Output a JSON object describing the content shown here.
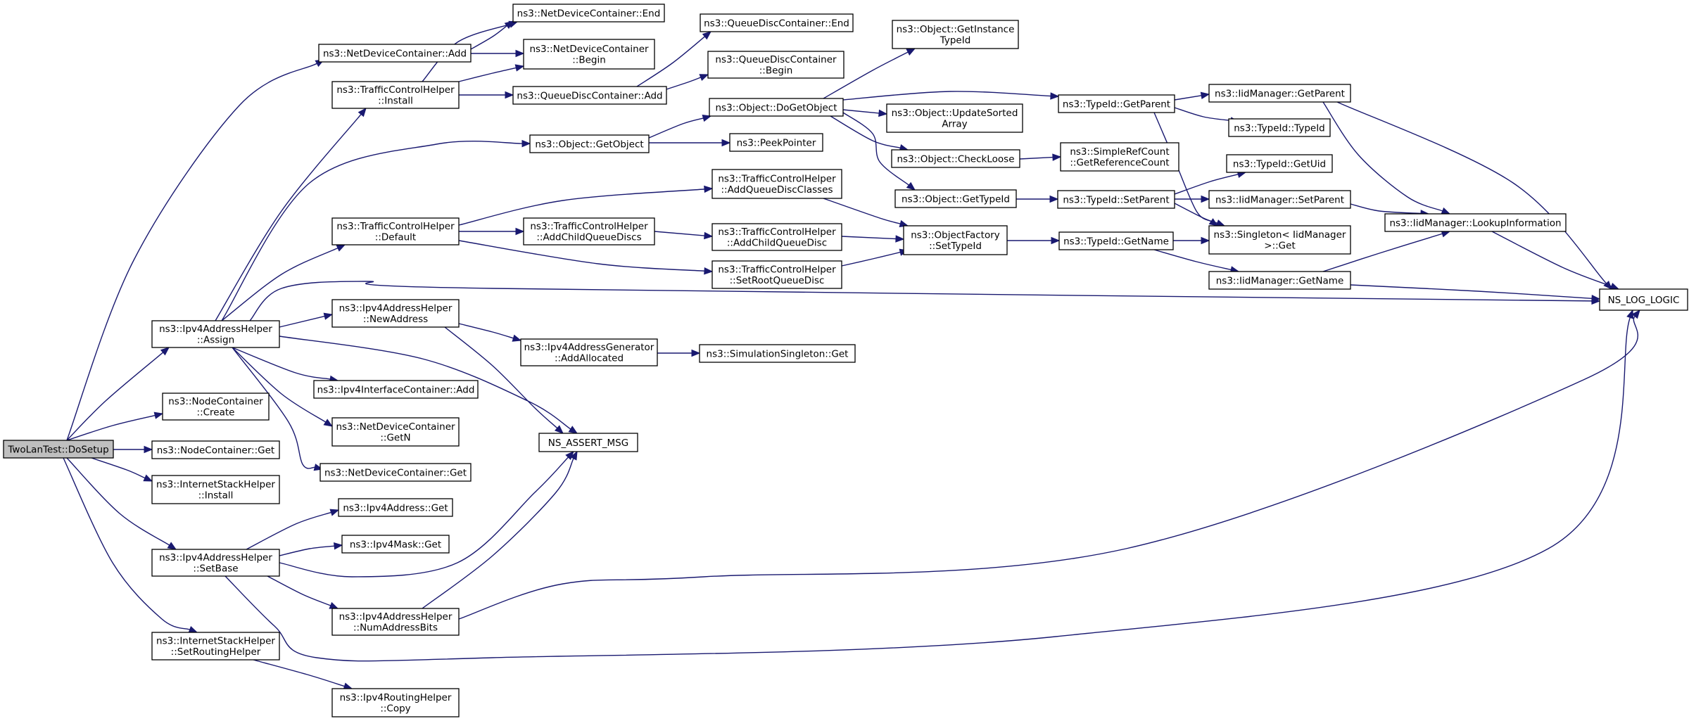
{
  "colors": {
    "edge": "#191970",
    "node_border": "#000000",
    "root_fill": "#bfbfbf",
    "node_fill": "#ffffff",
    "background": "#ffffff"
  },
  "nodes": [
    {
      "id": "root",
      "root": true,
      "lines": [
        "TwoLanTest::DoSetup"
      ]
    },
    {
      "id": "ndc_add",
      "lines": [
        "ns3::NetDeviceContainer::Add"
      ]
    },
    {
      "id": "ndc_end",
      "lines": [
        "ns3::NetDeviceContainer::End"
      ]
    },
    {
      "id": "ndc_begin",
      "lines": [
        "ns3::NetDeviceContainer",
        "::Begin"
      ]
    },
    {
      "id": "tch_install",
      "lines": [
        "ns3::TrafficControlHelper",
        "::Install"
      ]
    },
    {
      "id": "qdc_add",
      "lines": [
        "ns3::QueueDiscContainer::Add"
      ]
    },
    {
      "id": "qdc_end",
      "lines": [
        "ns3::QueueDiscContainer::End"
      ]
    },
    {
      "id": "qdc_begin",
      "lines": [
        "ns3::QueueDiscContainer",
        "::Begin"
      ]
    },
    {
      "id": "obj_getobject",
      "lines": [
        "ns3::Object::GetObject"
      ]
    },
    {
      "id": "obj_dogetobject",
      "lines": [
        "ns3::Object::DoGetObject"
      ]
    },
    {
      "id": "obj_getinstancetypeid",
      "lines": [
        "ns3::Object::GetInstance",
        "TypeId"
      ]
    },
    {
      "id": "obj_updatesorted",
      "lines": [
        "ns3::Object::UpdateSorted",
        "Array"
      ]
    },
    {
      "id": "obj_checkloose",
      "lines": [
        "ns3::Object::CheckLoose"
      ]
    },
    {
      "id": "src_getrefcount",
      "lines": [
        "ns3::SimpleRefCount",
        "::GetReferenceCount"
      ]
    },
    {
      "id": "obj_gettypeid",
      "lines": [
        "ns3::Object::GetTypeId"
      ]
    },
    {
      "id": "peekpointer",
      "lines": [
        "ns3::PeekPointer"
      ]
    },
    {
      "id": "typeid_getparent",
      "lines": [
        "ns3::TypeId::GetParent"
      ]
    },
    {
      "id": "iid_getparent",
      "lines": [
        "ns3::IidManager::GetParent"
      ]
    },
    {
      "id": "typeid_typeid",
      "lines": [
        "ns3::TypeId::TypeId"
      ]
    },
    {
      "id": "typeid_getuid",
      "lines": [
        "ns3::TypeId::GetUid"
      ]
    },
    {
      "id": "typeid_setparent",
      "lines": [
        "ns3::TypeId::SetParent"
      ]
    },
    {
      "id": "iid_setparent",
      "lines": [
        "ns3::IidManager::SetParent"
      ]
    },
    {
      "id": "iid_lookupinfo",
      "lines": [
        "ns3::IidManager::LookupInformation"
      ]
    },
    {
      "id": "singleton_get",
      "lines": [
        "ns3::Singleton< IidManager",
        ">::Get"
      ]
    },
    {
      "id": "typeid_getname",
      "lines": [
        "ns3::TypeId::GetName"
      ]
    },
    {
      "id": "iid_getname",
      "lines": [
        "ns3::IidManager::GetName"
      ]
    },
    {
      "id": "ns_log_logic",
      "lines": [
        "NS_LOG_LOGIC"
      ]
    },
    {
      "id": "tch_default",
      "lines": [
        "ns3::TrafficControlHelper",
        "::Default"
      ]
    },
    {
      "id": "tch_addqdclasses",
      "lines": [
        "ns3::TrafficControlHelper",
        "::AddQueueDiscClasses"
      ]
    },
    {
      "id": "tch_addchildqdiscs",
      "lines": [
        "ns3::TrafficControlHelper",
        "::AddChildQueueDiscs"
      ]
    },
    {
      "id": "tch_addchildqdisc",
      "lines": [
        "ns3::TrafficControlHelper",
        "::AddChildQueueDisc"
      ]
    },
    {
      "id": "tch_setrootqdisc",
      "lines": [
        "ns3::TrafficControlHelper",
        "::SetRootQueueDisc"
      ]
    },
    {
      "id": "objfactory_settypeid",
      "lines": [
        "ns3::ObjectFactory",
        "::SetTypeId"
      ]
    },
    {
      "id": "ipv4ah_assign",
      "lines": [
        "ns3::Ipv4AddressHelper",
        "::Assign"
      ]
    },
    {
      "id": "ipv4ah_newaddress",
      "lines": [
        "ns3::Ipv4AddressHelper",
        "::NewAddress"
      ]
    },
    {
      "id": "ipv4ag_addallocated",
      "lines": [
        "ns3::Ipv4AddressGenerator",
        "::AddAllocated"
      ]
    },
    {
      "id": "simsingleton_get",
      "lines": [
        "ns3::SimulationSingleton::Get"
      ]
    },
    {
      "id": "ipv4ic_add",
      "lines": [
        "ns3::Ipv4InterfaceContainer::Add"
      ]
    },
    {
      "id": "ndc_getn",
      "lines": [
        "ns3::NetDeviceContainer",
        "::GetN"
      ]
    },
    {
      "id": "ndc_get",
      "lines": [
        "ns3::NetDeviceContainer::Get"
      ]
    },
    {
      "id": "ns_assert_msg",
      "lines": [
        "NS_ASSERT_MSG"
      ]
    },
    {
      "id": "nc_create",
      "lines": [
        "ns3::NodeContainer",
        "::Create"
      ]
    },
    {
      "id": "nc_get",
      "lines": [
        "ns3::NodeContainer::Get"
      ]
    },
    {
      "id": "ish_install",
      "lines": [
        "ns3::InternetStackHelper",
        "::Install"
      ]
    },
    {
      "id": "ipv4ah_setbase",
      "lines": [
        "ns3::Ipv4AddressHelper",
        "::SetBase"
      ]
    },
    {
      "id": "ipv4addr_get",
      "lines": [
        "ns3::Ipv4Address::Get"
      ]
    },
    {
      "id": "ipv4mask_get",
      "lines": [
        "ns3::Ipv4Mask::Get"
      ]
    },
    {
      "id": "ipv4ah_numaddrbits",
      "lines": [
        "ns3::Ipv4AddressHelper",
        "::NumAddressBits"
      ]
    },
    {
      "id": "ish_setroutinghelper",
      "lines": [
        "ns3::InternetStackHelper",
        "::SetRoutingHelper"
      ]
    },
    {
      "id": "ipv4rh_copy",
      "lines": [
        "ns3::Ipv4RoutingHelper",
        "::Copy"
      ]
    }
  ],
  "edges": [
    {
      "from": "root",
      "to": "ndc_add"
    },
    {
      "from": "root",
      "to": "ipv4ah_assign"
    },
    {
      "from": "root",
      "to": "nc_create"
    },
    {
      "from": "root",
      "to": "nc_get"
    },
    {
      "from": "root",
      "to": "ish_install"
    },
    {
      "from": "root",
      "to": "ipv4ah_setbase"
    },
    {
      "from": "root",
      "to": "ish_setroutinghelper"
    },
    {
      "from": "ndc_add",
      "to": "ndc_end"
    },
    {
      "from": "ndc_add",
      "to": "ndc_begin"
    },
    {
      "from": "tch_install",
      "to": "ndc_end"
    },
    {
      "from": "tch_install",
      "to": "ndc_begin"
    },
    {
      "from": "tch_install",
      "to": "qdc_add"
    },
    {
      "from": "qdc_add",
      "to": "qdc_end"
    },
    {
      "from": "qdc_add",
      "to": "qdc_begin"
    },
    {
      "from": "ipv4ah_assign",
      "to": "tch_install"
    },
    {
      "from": "ipv4ah_assign",
      "to": "obj_getobject"
    },
    {
      "from": "ipv4ah_assign",
      "to": "tch_default"
    },
    {
      "from": "ipv4ah_assign",
      "to": "ns_log_logic"
    },
    {
      "from": "ipv4ah_assign",
      "to": "ipv4ah_newaddress"
    },
    {
      "from": "ipv4ah_assign",
      "to": "ipv4ic_add"
    },
    {
      "from": "ipv4ah_assign",
      "to": "ndc_getn"
    },
    {
      "from": "ipv4ah_assign",
      "to": "ndc_get"
    },
    {
      "from": "ipv4ah_assign",
      "to": "ns_assert_msg"
    },
    {
      "from": "obj_getobject",
      "to": "obj_dogetobject"
    },
    {
      "from": "obj_getobject",
      "to": "peekpointer"
    },
    {
      "from": "obj_dogetobject",
      "to": "obj_getinstancetypeid"
    },
    {
      "from": "obj_dogetobject",
      "to": "obj_updatesorted"
    },
    {
      "from": "obj_dogetobject",
      "to": "obj_checkloose"
    },
    {
      "from": "obj_dogetobject",
      "to": "obj_gettypeid"
    },
    {
      "from": "obj_dogetobject",
      "to": "typeid_getparent"
    },
    {
      "from": "obj_checkloose",
      "to": "src_getrefcount"
    },
    {
      "from": "obj_gettypeid",
      "to": "typeid_setparent"
    },
    {
      "from": "typeid_getparent",
      "to": "iid_getparent"
    },
    {
      "from": "typeid_getparent",
      "to": "typeid_typeid"
    },
    {
      "from": "typeid_getparent",
      "to": "singleton_get"
    },
    {
      "from": "typeid_setparent",
      "to": "typeid_getuid"
    },
    {
      "from": "typeid_setparent",
      "to": "iid_setparent"
    },
    {
      "from": "typeid_setparent",
      "to": "singleton_get"
    },
    {
      "from": "iid_getparent",
      "to": "iid_lookupinfo"
    },
    {
      "from": "iid_getparent",
      "to": "ns_log_logic"
    },
    {
      "from": "iid_setparent",
      "to": "iid_lookupinfo"
    },
    {
      "from": "iid_lookupinfo",
      "to": "ns_log_logic"
    },
    {
      "from": "tch_default",
      "to": "tch_addqdclasses"
    },
    {
      "from": "tch_default",
      "to": "tch_addchildqdiscs"
    },
    {
      "from": "tch_default",
      "to": "tch_setrootqdisc"
    },
    {
      "from": "tch_addchildqdiscs",
      "to": "tch_addchildqdisc"
    },
    {
      "from": "tch_addqdclasses",
      "to": "objfactory_settypeid"
    },
    {
      "from": "tch_addchildqdisc",
      "to": "objfactory_settypeid"
    },
    {
      "from": "tch_setrootqdisc",
      "to": "objfactory_settypeid"
    },
    {
      "from": "objfactory_settypeid",
      "to": "typeid_getname"
    },
    {
      "from": "typeid_getname",
      "to": "singleton_get"
    },
    {
      "from": "typeid_getname",
      "to": "iid_getname"
    },
    {
      "from": "iid_getname",
      "to": "iid_lookupinfo"
    },
    {
      "from": "iid_getname",
      "to": "ns_log_logic"
    },
    {
      "from": "ipv4ah_newaddress",
      "to": "ipv4ag_addallocated"
    },
    {
      "from": "ipv4ah_newaddress",
      "to": "ns_assert_msg"
    },
    {
      "from": "ipv4ag_addallocated",
      "to": "simsingleton_get"
    },
    {
      "from": "ipv4ah_setbase",
      "to": "ipv4addr_get"
    },
    {
      "from": "ipv4ah_setbase",
      "to": "ipv4mask_get"
    },
    {
      "from": "ipv4ah_setbase",
      "to": "ns_assert_msg"
    },
    {
      "from": "ipv4ah_setbase",
      "to": "ipv4ah_numaddrbits"
    },
    {
      "from": "ipv4ah_setbase",
      "to": "ns_log_logic"
    },
    {
      "from": "ipv4ah_numaddrbits",
      "to": "ns_assert_msg"
    },
    {
      "from": "ipv4ah_numaddrbits",
      "to": "ns_log_logic"
    },
    {
      "from": "ish_setroutinghelper",
      "to": "ipv4rh_copy"
    }
  ]
}
